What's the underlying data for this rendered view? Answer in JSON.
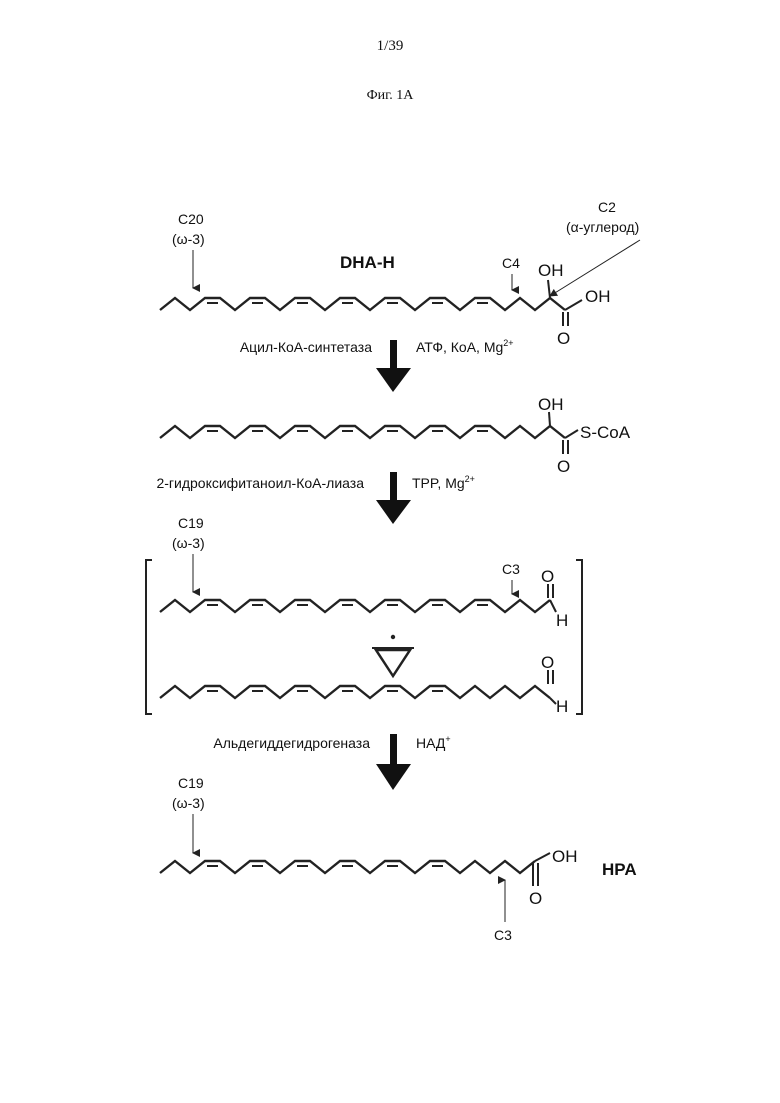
{
  "header": {
    "page_number": "1/39",
    "figure_title": "Фиг. 1А"
  },
  "molecules": {
    "dha_h": {
      "name": "DHA-H",
      "c20_label": "C20",
      "omega_label": "(ω-3)",
      "c4_label": "C4",
      "c2_label": "C2",
      "alpha_label": "(α-углерод)",
      "oh_top": "OH",
      "oh_right": "OH",
      "o_bottom": "O"
    },
    "acyl_coa": {
      "oh_top": "OH",
      "scoa": "S-CoA",
      "o_bottom": "O"
    },
    "aldehyde_a": {
      "c19_label": "C19",
      "omega_label": "(ω-3)",
      "c3_label": "C3",
      "o_top": "O",
      "h_right": "H"
    },
    "aldehyde_b": {
      "o_top": "O",
      "h_right": "H"
    },
    "hpa": {
      "name": "HPA",
      "c19_label": "C19",
      "omega_label": "(ω-3)",
      "c3_label": "C3",
      "oh_right": "OH",
      "o_bottom": "O"
    }
  },
  "reactions": {
    "step1": {
      "enzyme": "Ацил-КоА-синтетаза",
      "cofactors": "АТФ, КоА, Mg",
      "charge": "2+"
    },
    "step2": {
      "enzyme": "2-гидроксифитаноил-КоА-лиаза",
      "cofactors": "TPP, Mg",
      "charge": "2+"
    },
    "step3": {
      "enzyme": "Альдегиддегидрогеназа",
      "cofactors": "НАД",
      "charge": "+"
    }
  }
}
